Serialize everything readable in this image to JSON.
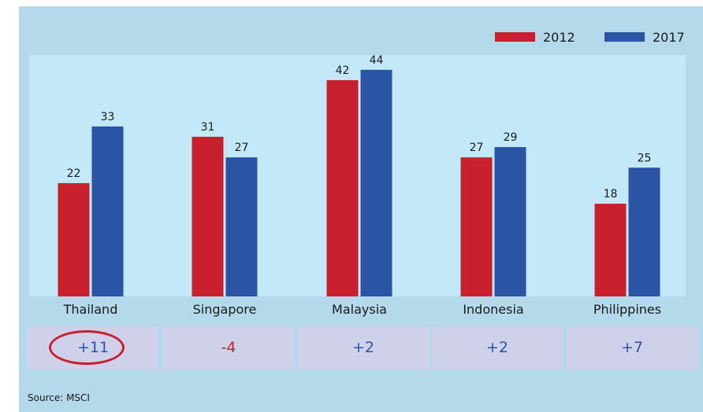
{
  "chart_data": {
    "type": "bar",
    "categories": [
      "Thailand",
      "Singapore",
      "Malaysia",
      "Indonesia",
      "Philippines"
    ],
    "series": [
      {
        "name": "2012",
        "values": [
          22,
          31,
          42,
          27,
          18
        ],
        "color": "#c8202c"
      },
      {
        "name": "2017",
        "values": [
          33,
          27,
          44,
          29,
          25
        ],
        "color": "#2a55a5"
      }
    ],
    "ylim": [
      0,
      55
    ],
    "grid": false,
    "legend_position": "top-right",
    "title": "",
    "xlabel": "",
    "ylabel": "",
    "changes": [
      {
        "label": "+11",
        "color": "#2a55a5",
        "highlighted": true
      },
      {
        "label": "-4",
        "color": "#c8202c",
        "highlighted": false
      },
      {
        "label": "+2",
        "color": "#2a55a5",
        "highlighted": false
      },
      {
        "label": "+2",
        "color": "#2a55a5",
        "highlighted": false
      },
      {
        "label": "+7",
        "color": "#2a55a5",
        "highlighted": false
      }
    ]
  },
  "source": "Source: MSCI",
  "colors": {
    "background": "#b3d9ea",
    "plot_area": "#c3e8f7",
    "change_box": "#cfd0ea",
    "highlight": "#c8202c"
  }
}
